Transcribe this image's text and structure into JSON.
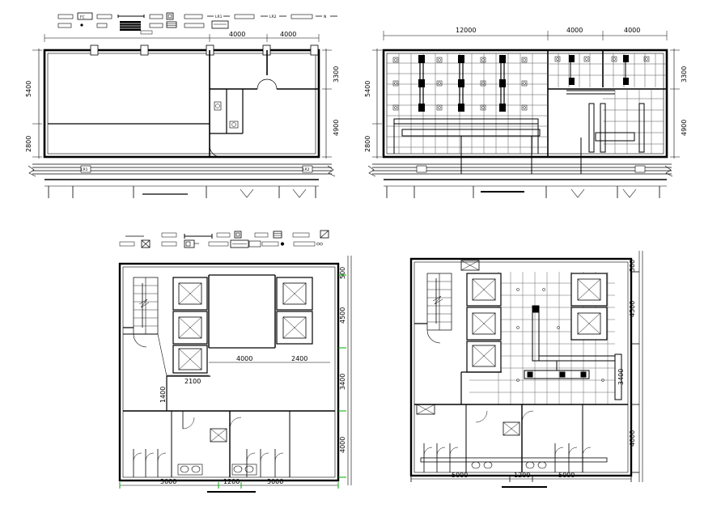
{
  "legend_top": {
    "fc": "FC",
    "lr1": "LR1",
    "lr2": "LR2",
    "n": "N"
  },
  "plan_tl": {
    "dims_top": [
      "4000",
      "4000"
    ],
    "dims_left": [
      "5400",
      "2800"
    ],
    "dims_right": [
      "3300",
      "4900"
    ],
    "lr1": "LR1",
    "lr2": "LR2"
  },
  "plan_tr": {
    "dims_top": [
      "12000",
      "4000",
      "4000"
    ],
    "dims_left": [
      "5400",
      "2800"
    ],
    "dims_right": [
      "3300",
      "4900"
    ]
  },
  "plan_bl": {
    "dims_right": [
      "500",
      "4500",
      "3400",
      "4000"
    ],
    "dims_inner": [
      "4000",
      "2400",
      "2100",
      "1400"
    ],
    "dims_bottom": [
      "5000",
      "1200",
      "5000"
    ]
  },
  "plan_br": {
    "dims_right": [
      "500",
      "4500",
      "3400",
      "4000"
    ],
    "dims_bottom": [
      "5000",
      "1200",
      "5000"
    ]
  },
  "colors": {
    "line": "#000000",
    "grid": "#555555",
    "dim_tick": "#00aa00"
  }
}
